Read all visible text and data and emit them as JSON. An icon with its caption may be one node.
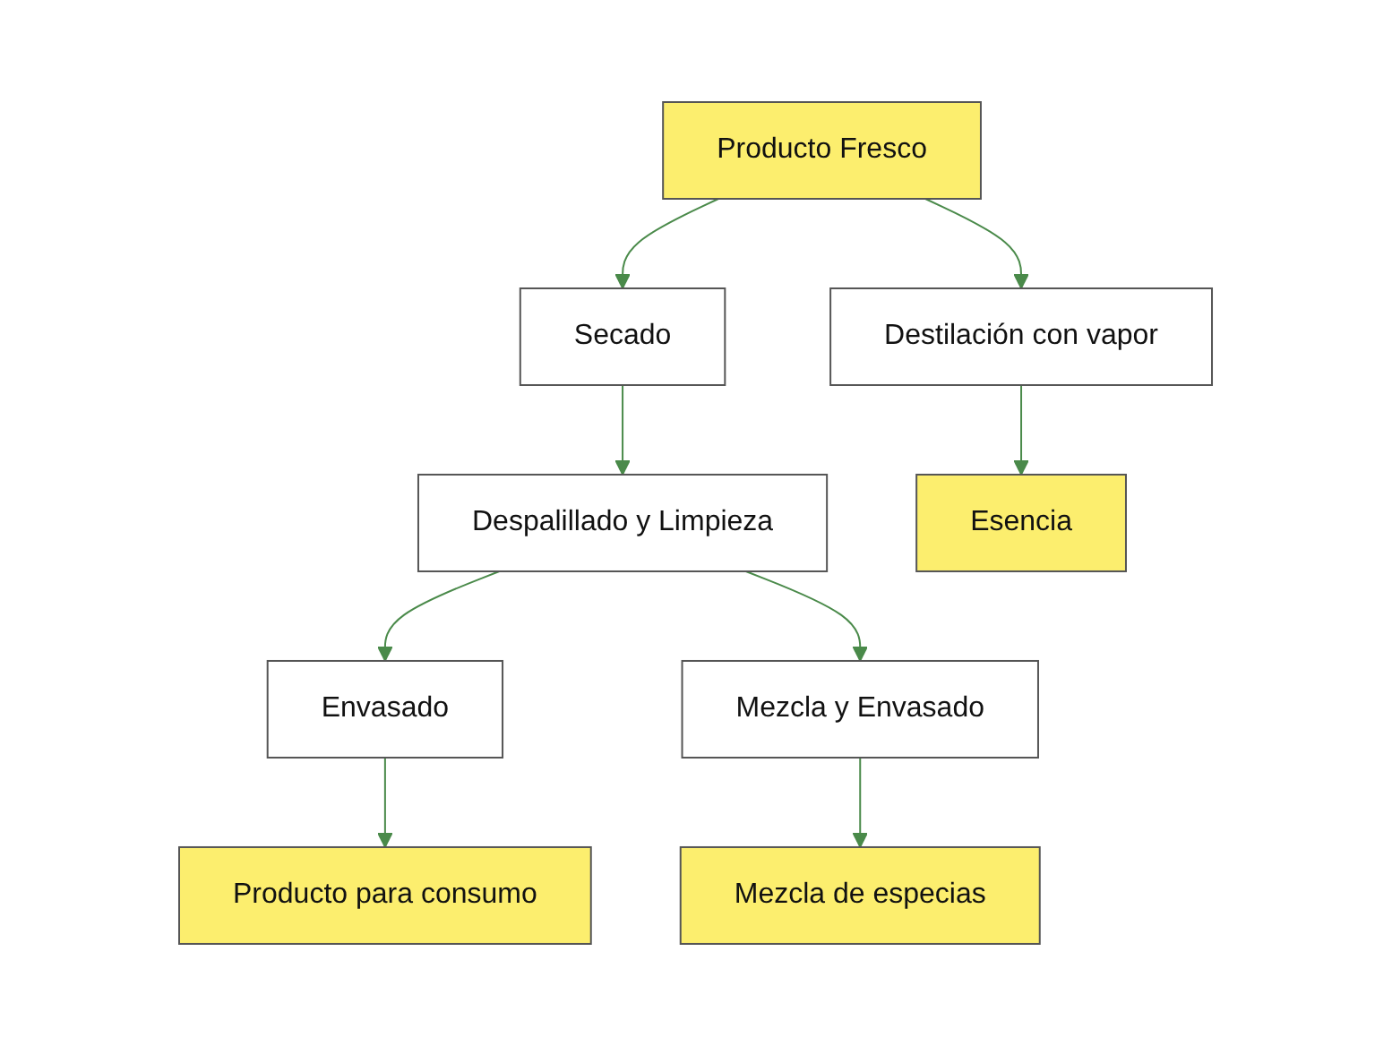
{
  "diagram": {
    "nodes": [
      {
        "text": [
          "Producto Fresco"
        ]
      },
      {
        "text": [
          "Secado"
        ]
      },
      {
        "text": [
          "Despalillado y Limpieza"
        ]
      },
      {
        "text": [
          "Destilación con vapor"
        ]
      },
      {
        "text": [
          "Envasado"
        ]
      },
      {
        "text": [
          "Mezcla y Envasado"
        ]
      },
      {
        "text": [
          "Producto para consumo"
        ]
      },
      {
        "text": [
          "Mezcla de especias"
        ]
      },
      {
        "text": [
          "Esencia"
        ]
      }
    ],
    "edges": [
      {
        "from": 0,
        "to": 1,
        "arrow": "to"
      },
      {
        "from": 0,
        "to": 3,
        "arrow": "to"
      },
      {
        "from": 1,
        "to": 2,
        "arrow": "to"
      },
      {
        "from": 2,
        "to": 4,
        "arrow": "to"
      },
      {
        "from": 2,
        "to": 5,
        "arrow": "to"
      },
      {
        "from": 4,
        "to": 6,
        "arrow": "to"
      },
      {
        "from": 5,
        "to": 7,
        "arrow": "to"
      },
      {
        "from": 3,
        "to": 8,
        "arrow": "to"
      }
    ]
  }
}
